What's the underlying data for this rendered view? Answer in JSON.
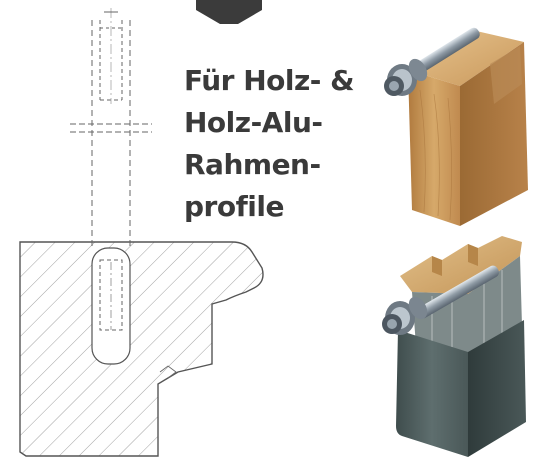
{
  "headline": {
    "line1": "Für Holz- &",
    "line2": "Holz-Alu-",
    "line3": "Rahmen-",
    "line4": "profile"
  },
  "colors": {
    "text": "#3a3a3a",
    "wood": "#c99a5e",
    "aluminium_cover": "#4f5f5f",
    "steel": "#9aa4ad"
  },
  "icons": [
    "technical-section-drawing",
    "wood-frame-render",
    "wood-alu-frame-render"
  ]
}
